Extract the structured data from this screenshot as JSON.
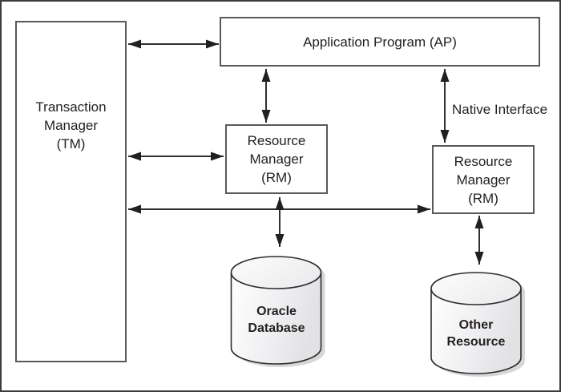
{
  "frame": {
    "background": "#ffffff",
    "border_color": "#3b3c3e"
  },
  "nodes": {
    "transaction_manager": {
      "lines": [
        "Transaction",
        "Manager",
        "(TM)"
      ]
    },
    "application_program": {
      "label": "Application Program (AP)"
    },
    "resource_manager_left": {
      "lines": [
        "Resource",
        "Manager",
        "(RM)"
      ]
    },
    "resource_manager_right": {
      "lines": [
        "Resource",
        "Manager",
        "(RM)"
      ]
    },
    "oracle_database": {
      "lines": [
        "Oracle",
        "Database"
      ]
    },
    "other_resource": {
      "lines": [
        "Other",
        "Resource"
      ]
    }
  },
  "labels": {
    "native_interface": "Native Interface"
  },
  "edges": [
    {
      "from": "transaction_manager",
      "to": "application_program",
      "direction": "bidirectional"
    },
    {
      "from": "transaction_manager",
      "to": "resource_manager_left",
      "direction": "bidirectional"
    },
    {
      "from": "transaction_manager",
      "to": "resource_manager_right",
      "direction": "bidirectional"
    },
    {
      "from": "application_program",
      "to": "resource_manager_left",
      "direction": "bidirectional"
    },
    {
      "from": "application_program",
      "to": "resource_manager_right",
      "direction": "bidirectional",
      "label": "Native Interface"
    },
    {
      "from": "resource_manager_left",
      "to": "oracle_database",
      "direction": "bidirectional"
    },
    {
      "from": "resource_manager_right",
      "to": "other_resource",
      "direction": "bidirectional"
    }
  ],
  "colors": {
    "box_border": "#58595b",
    "arrow_shaft": "#2f3032",
    "arrow_head": "#231f20",
    "text": "#231f20",
    "cylinder_stroke": "#2b2c2e",
    "cylinder_fill_light": "#ffffff",
    "cylinder_fill_dark": "#e2e2e4",
    "cylinder_shadow": "#c9c9cb"
  }
}
